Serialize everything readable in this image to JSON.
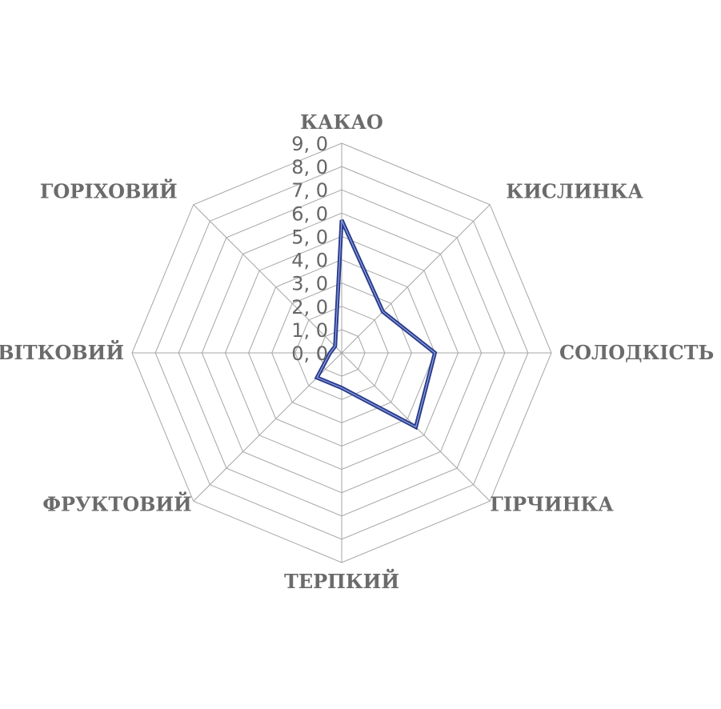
{
  "chart_data": {
    "type": "radar",
    "title": "",
    "categories": [
      "КАКАО",
      "КИСЛИНКА",
      "СОЛОДКІСТЬ",
      "ГІРЧИНКА",
      "ТЕРПКИЙ",
      "ФРУКТОВИЙ",
      "КВІТКОВИЙ",
      "ГОРІХОВИЙ"
    ],
    "series": [
      {
        "name": "",
        "values": [
          5.7,
          2.5,
          4.0,
          4.5,
          1.5,
          1.5,
          0.5,
          0.4
        ],
        "color": "#2a3a8c"
      }
    ],
    "rlim": [
      0,
      9
    ],
    "ticks": [
      "0, 0",
      "1, 0",
      "2, 0",
      "3, 0",
      "4, 0",
      "5, 0",
      "6, 0",
      "7, 0",
      "8, 0",
      "9, 0"
    ],
    "grid": true,
    "legend": "none"
  }
}
